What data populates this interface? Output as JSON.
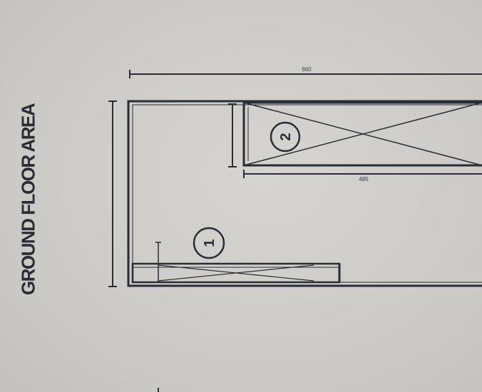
{
  "plan": {
    "title": "GROUND FLOOR AREA",
    "colors": {
      "background": "#cfcdc9",
      "ink": "#2a2c36"
    }
  },
  "items": [
    {
      "label": "1"
    },
    {
      "label": "2"
    }
  ],
  "dimensions": {
    "top_width": "660",
    "left_height": "",
    "item2_height": "",
    "item2_width": "485",
    "item1_height": ""
  }
}
